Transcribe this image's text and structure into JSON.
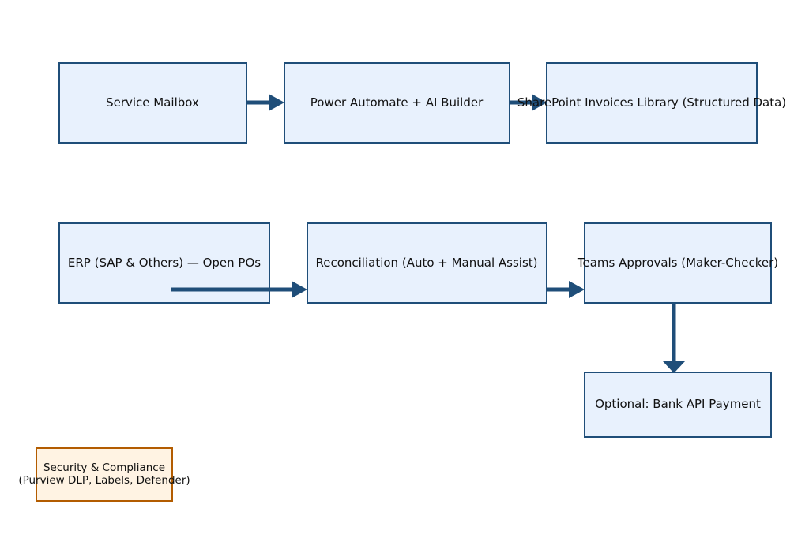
{
  "diagram": {
    "nodes": {
      "service_mailbox": {
        "label": "Service Mailbox"
      },
      "power_automate": {
        "label": "Power Automate + AI Builder"
      },
      "sharepoint_library": {
        "label": "SharePoint Invoices Library (Structured Data)"
      },
      "erp": {
        "label": "ERP (SAP & Others) — Open POs"
      },
      "reconciliation": {
        "label": "Reconciliation (Auto + Manual Assist)"
      },
      "teams_approvals": {
        "label": "Teams Approvals (Maker-Checker)"
      },
      "bank_api": {
        "label": "Optional: Bank API Payment"
      },
      "security": {
        "label_line1": "Security & Compliance",
        "label_line2": "(Purview DLP, Labels, Defender)"
      }
    },
    "edges": [
      {
        "from": "service_mailbox",
        "to": "power_automate"
      },
      {
        "from": "power_automate",
        "to": "sharepoint_library"
      },
      {
        "from": "erp",
        "to": "reconciliation"
      },
      {
        "from": "reconciliation",
        "to": "teams_approvals"
      },
      {
        "from": "teams_approvals",
        "to": "bank_api"
      }
    ],
    "colors": {
      "node_fill": "#E8F1FD",
      "node_stroke": "#1F4E79",
      "edge": "#1F4E79",
      "security_fill": "#FFF3E3",
      "security_stroke": "#B35C00",
      "text": "#111111"
    }
  }
}
